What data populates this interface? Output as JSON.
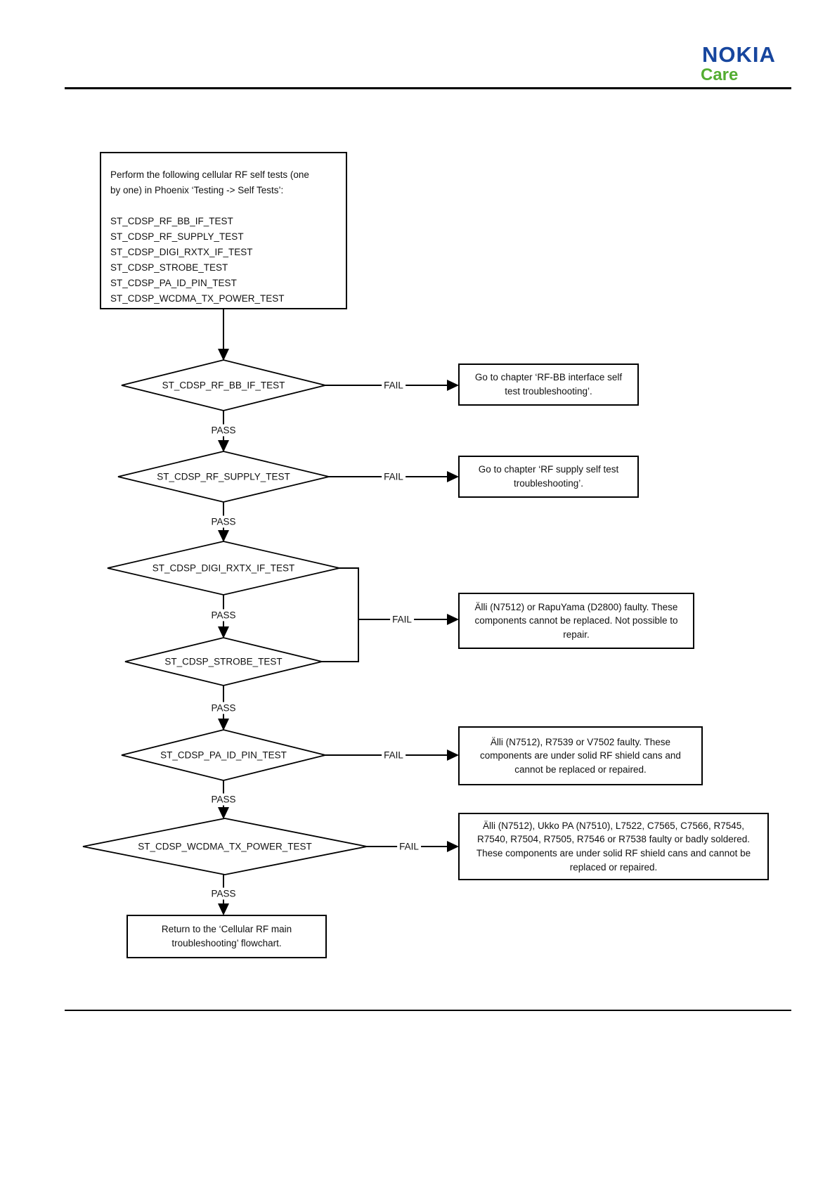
{
  "header": {
    "brand": "NOKIA",
    "care": "Care"
  },
  "colors": {
    "brand_blue": "#17469e",
    "care_green": "#54ad32",
    "line_black": "#000000"
  },
  "flow": {
    "pass": "PASS",
    "fail": "FAIL",
    "start_box_lines": [
      "Perform the following cellular RF self tests (one",
      "by one) in Phoenix ‘Testing -> Self Tests’:",
      "",
      "ST_CDSP_RF_BB_IF_TEST",
      "ST_CDSP_RF_SUPPLY_TEST",
      "ST_CDSP_DIGI_RXTX_IF_TEST",
      "ST_CDSP_STROBE_TEST",
      "ST_CDSP_PA_ID_PIN_TEST",
      "ST_CDSP_WCDMA_TX_POWER_TEST"
    ],
    "decisions": [
      {
        "label": "ST_CDSP_RF_BB_IF_TEST"
      },
      {
        "label": "ST_CDSP_RF_SUPPLY_TEST"
      },
      {
        "label": "ST_CDSP_DIGI_RXTX_IF_TEST"
      },
      {
        "label": "ST_CDSP_STROBE_TEST"
      },
      {
        "label": "ST_CDSP_PA_ID_PIN_TEST"
      },
      {
        "label": "ST_CDSP_WCDMA_TX_POWER_TEST"
      }
    ],
    "fail_boxes": [
      {
        "text": "Go to chapter ‘RF-BB interface self test troubleshooting’."
      },
      {
        "text": "Go to chapter ‘RF supply self test troubleshooting’."
      },
      {
        "text": "Älli (N7512) or RapuYama (D2800) faulty. These components cannot be replaced. Not possible to repair."
      },
      {
        "text": "Älli (N7512), R7539 or V7502 faulty. These components are under solid RF shield cans and cannot be replaced or repaired."
      },
      {
        "text": "Älli (N7512), Ukko PA (N7510), L7522, C7565, C7566, R7545, R7540, R7504, R7505, R7546 or R7538 faulty or badly soldered. These components are under solid RF shield cans and cannot be replaced or repaired."
      }
    ],
    "end_box": "Return to the ‘Cellular RF main troubleshooting’ flowchart."
  }
}
